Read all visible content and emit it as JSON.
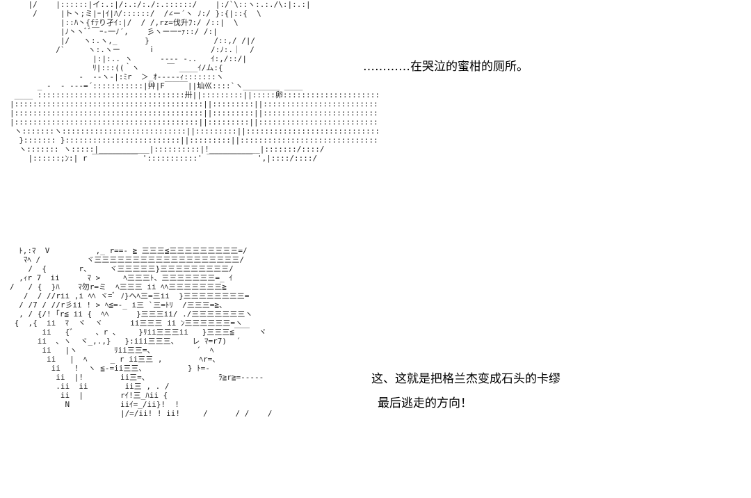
{
  "top_art": "    |/    |::::::|イ:.:|/:.:/:./:.::::::/    |:/`\\::ヽ:.:./\\:|:.:|\n     /     |ト丶;ミ|ｰ|ｲ|ﾊ/::::::/  /∠ー´ヽ ﾉ:/ }:{|::{  \\\n           |::ﾊ丶{fﾃり孑ｲ:|/  / /,rz=伐升ﾌ:/ /::|  \\\n           |ﾉ丶ヽﾞﾞ￣ｰ-一ﾉ´,    彡ヽー一ｰｧ::/ /:|\n           |/   ヽ:.ヽ,_      }              /::,/ /|/\n          /`     ヽ:.ヽー      ｉ            /:ﾉ:.｜  /\n                  |:|:.. ヽ      ---- -..   ｲ:,/::/|\n                  ﾘ|:::((｀ヽ      ￣ ____ｲ/ム:{\n               -  --ヽ-|:ﾐr  ＞_ｵ-----ｨ:::::::ヽ\n      _ -  - ---=´:::::::::::|艸|F￣￣￣||圸巛::::`ヽ________ ____\n ____ ::::::::::::::::::::::::::::::::卅||:::::::::||:::::卵:::::::::::::::::::::::::::::::::::\n|:::::::::::::::::::::::::::::::::::::::::||:::::::::||::::::::::::::::::::::::::::::::::::::::::::::::::::|\n|:::::::::::::::::::::::::::::::::::::::::||:::::::::||::::::::::::::::::::::::::::::::::::::::::::::::::::|\n|::::::::::::::::::::::::::::::::::::::::||:::::::::||:::::::::::::::::::::::::::::::::::::::::::::::::::|\n ヽ:::::::ヽ:::::::::::::::::::::::::::||:::::::::||::::::::::::::::::::::::::::::::::::::::::::::/\n  }::::::: }:::::::::::::::::::::::::||:::::::::||:::::::::::::::::::::::::::::::::::::::/::::/\n  ヽ::::::: ヽ:::::|___________|::::::::::|!___________|:::::::/::::/\n    |::::::;ﾝ:| r ￣￣￣￣￣￣ ':::::::::::' ￣￣￣￣￣￣ ',|::::/::::/",
  "bottom_art": "  ﾄ,:ﾏ  V          ,_ r==- ≧ 三三三≦三三三三三三三三三=/\n   ﾏﾍ /          ヾ三三三三三三三三三三三三三三三三三三三/\n    /  {       r、    ヾ三三三三三}三三三三三三三三三/\n  ,ｨr 7  ii      ﾏ >     ﾍ三三三ﾄ、三三三三三三三=_ ｲ\n/   / {  }ﾊ    ﾏ勿r=ミ  ﾍ三三三 ii ﾍﾍ三三三三三三三≧\n   /  / //rii ,i ﾍﾍ ヾ=ﾞ ﾉ}ヘﾍ三=三ii  }三三三三三三三三=\n  / /7 / //r彡ii ! > ﾍ≦=-_ i三 `三=ﾄﾘ  /三三三=≧、\n  , / {/! ｢r≦ ii {  ﾍﾍ      }三三三ii/ ./三三三三三三三ヽ\n {  ,{  ii  ﾏ  ヾ  ヾ      ii三三三 ii ﾝ三三三三三三=ヽ\n       ii   {゛    、r 、    }ﾘii三三三ii   }三三三≦￣￣  ヾ\n      ii  、ヽ  ヾ_,.,}   }:iii三三三、   レ ﾏ=r7)  ´\n       ii   |ヽ        ﾘii三三=、         ´  ﾍ\n        ii   |  ﾍ     _ r ii三三 ,        ﾍr=、\n         ii   !  ヽ ≦-=ii三三、         } ﾄ=-\n          ii  |!        ii三=、               ﾗ≧r≧=-----\n          .ii  ii        ii三 , . /\n           ii  |        rｲ!三_ﾊii {\n            N           iiｲ=_/ii}!  !\n                        |/=/ii! ! ii!     /      / /    /",
  "caption_1": "…………在哭泣的蜜柑的厕所。",
  "caption_2": "这、这就是把格兰杰变成石头的卡缪",
  "caption_3": "最后逃走的方向！"
}
